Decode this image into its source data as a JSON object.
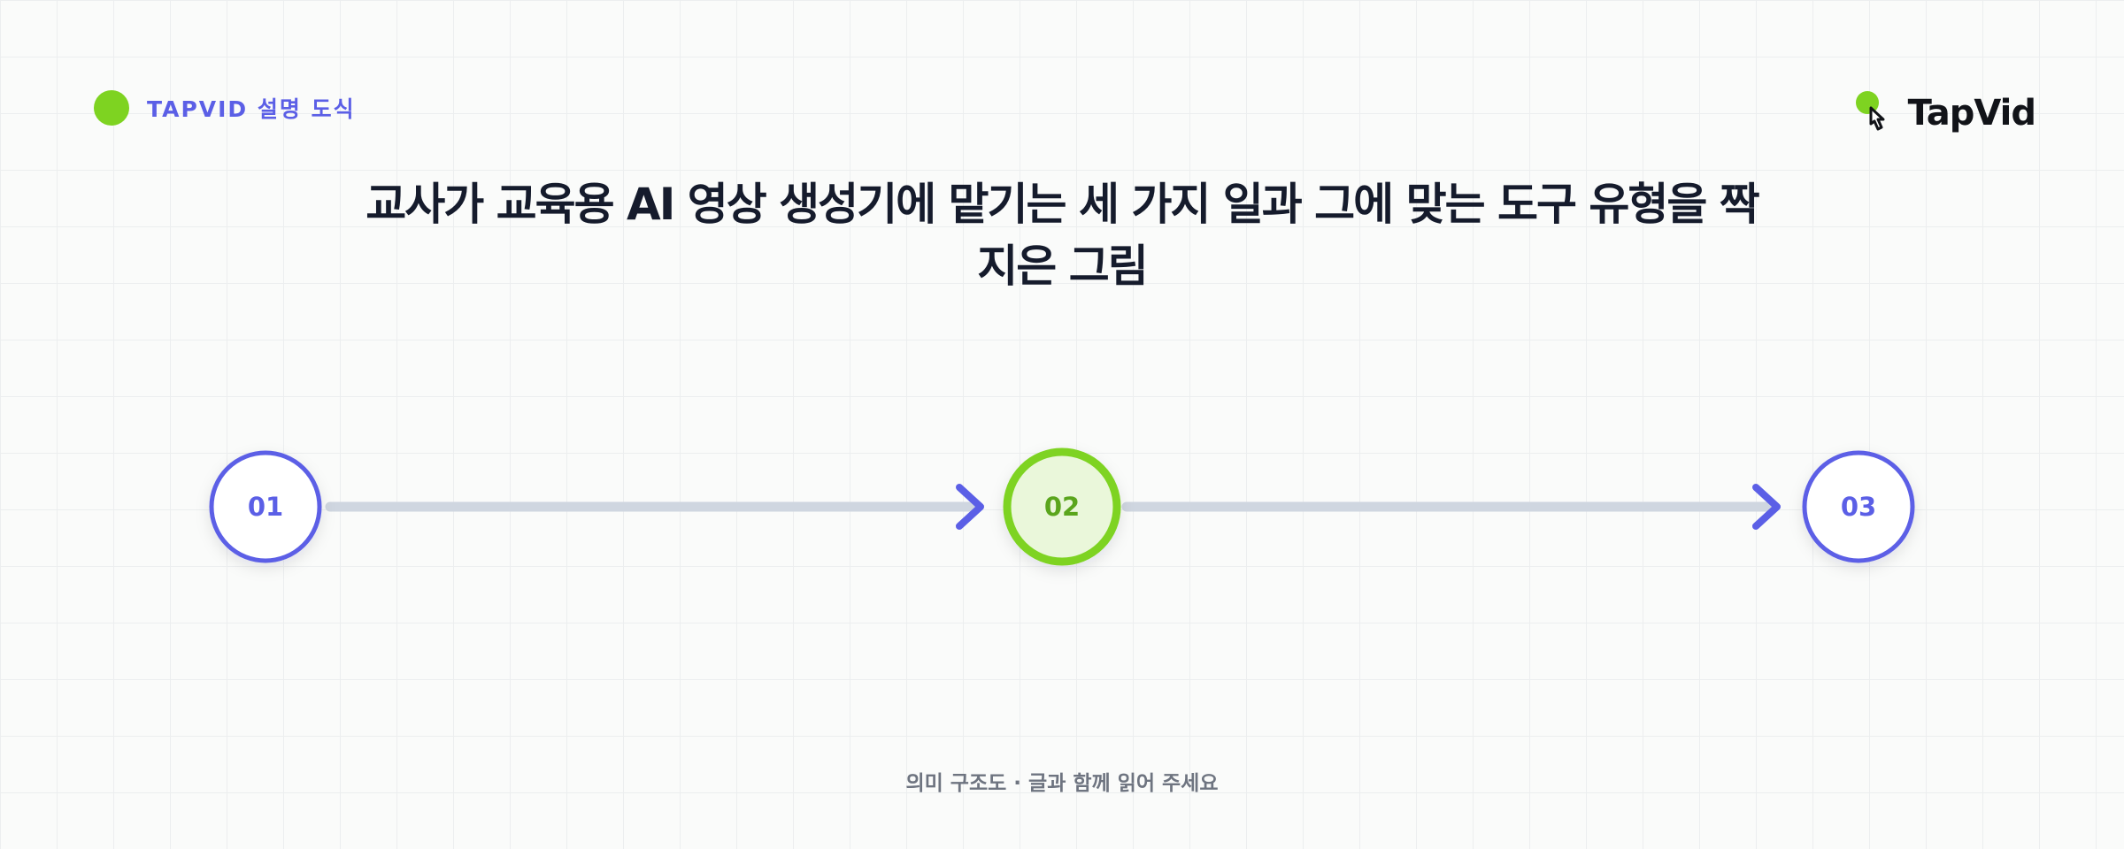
{
  "header": {
    "tag_label": "TAPVID 설명 도식",
    "logo_text": "TapVid"
  },
  "title": "교사가 교육용 AI 영상 생성기에 맡기는 세 가지 일과 그에 맞는 도구 유형을 짝지은 그림",
  "steps": [
    {
      "number": "01",
      "highlighted": false
    },
    {
      "number": "02",
      "highlighted": true
    },
    {
      "number": "03",
      "highlighted": false
    }
  ],
  "footer_note": "의미 구조도 · 글과 함께 읽어 주세요",
  "colors": {
    "accent_blue": "#5b5fe6",
    "accent_green": "#7ed321",
    "highlight_fill": "#eaf7da",
    "highlight_text": "#5aa51c",
    "connector": "#cfd6e0",
    "title": "#151b2c"
  },
  "icons": {
    "logo_mark": "pointer-hand-icon",
    "connector_arrow": "chevron-right-icon"
  }
}
